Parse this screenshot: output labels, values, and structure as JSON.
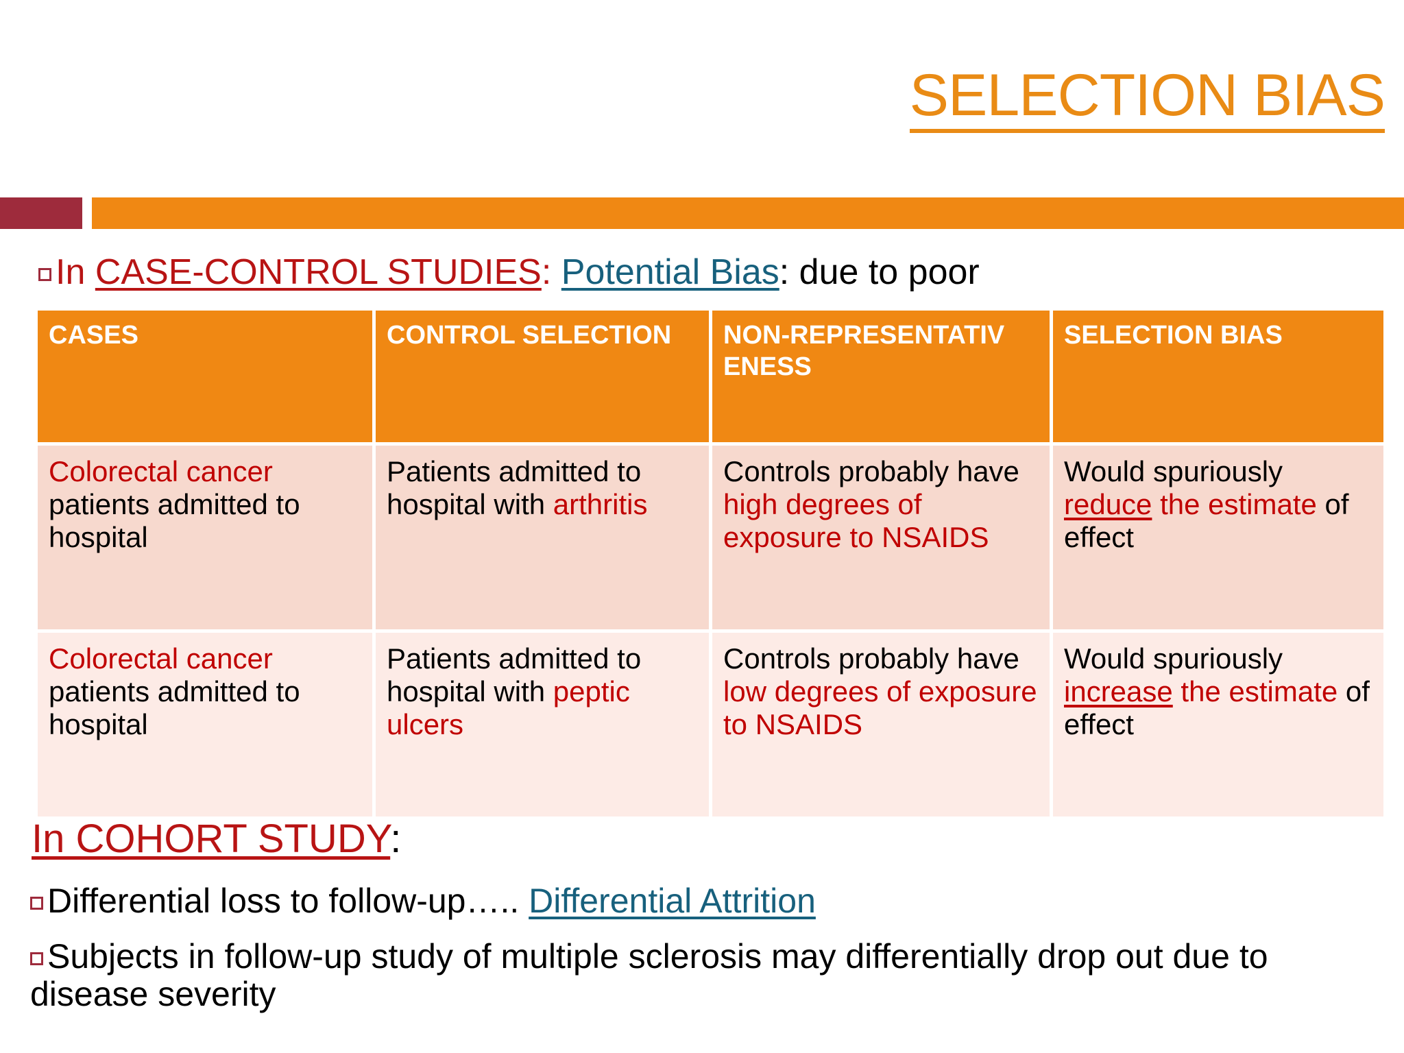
{
  "slide": {
    "title": "SELECTION BIAS",
    "title_color": "#E98B15",
    "accent_orange": "#F08813",
    "accent_dark_red": "#9E2B3C",
    "body_red": "#C00000",
    "link_teal": "#17607D"
  },
  "lead": {
    "bullet_glyph": "square-bullet",
    "in_word": "In ",
    "study_type": "CASE-CONTROL STUDIES",
    "colon_1": ": ",
    "potential_bias": "Potential Bias",
    "tail": ": due to poor"
  },
  "table": {
    "headers": [
      "CASES",
      "CONTROL SELECTION",
      "NON-REPRESENTATIV ENESS",
      "SELECTION BIAS"
    ],
    "rows": [
      {
        "cases": {
          "red_lead": "Colorectal cancer",
          "black_tail": " patients admitted to hospital"
        },
        "control_selection": {
          "black_lead": "Patients admitted to hospital with ",
          "red_tail": "arthritis"
        },
        "non_representativeness": {
          "black_lead": "Controls probably have ",
          "red_tail": "high degrees of exposure to NSAIDS"
        },
        "selection_bias": {
          "black_lead": "Would spuriously ",
          "red_underline": "reduce",
          "red_mid": " the ",
          "red_word": "estimate",
          "black_tail": " of effect"
        }
      },
      {
        "cases": {
          "red_lead": "Colorectal cancer",
          "black_tail": " patients admitted to hospital"
        },
        "control_selection": {
          "black_lead": "Patients admitted to hospital with ",
          "red_tail": "peptic ulcers"
        },
        "non_representativeness": {
          "black_lead": "Controls probably have ",
          "red_tail": "low degrees of exposure to NSAIDS"
        },
        "selection_bias": {
          "black_lead": "Would spuriously ",
          "red_underline": "increase",
          "red_mid": " the ",
          "red_word": "estimate",
          "black_tail": " of effect"
        }
      }
    ]
  },
  "cohort": {
    "heading_underlined": "In COHORT STUDY",
    "heading_colon": ":",
    "bullets": [
      {
        "bullet_glyph": "square-bullet",
        "black_lead": "Differential loss to follow-up….. ",
        "teal_link": "Differential Attrition"
      },
      {
        "bullet_glyph": "square-bullet",
        "text": "Subjects in follow-up study of multiple sclerosis may differentially drop out due to disease severity"
      }
    ]
  }
}
